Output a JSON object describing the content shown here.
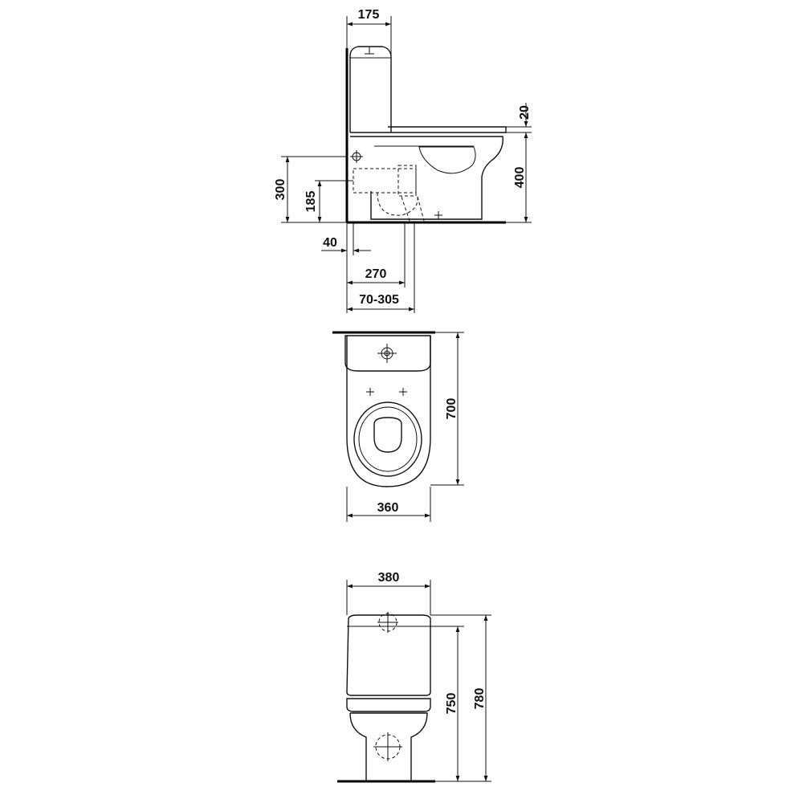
{
  "dimensions": {
    "tank_depth": "175",
    "cover_thickness": "20",
    "seat_height": "400",
    "inlet_height": "300",
    "outlet_height": "185",
    "wall_gap": "40",
    "outlet_distance": "270",
    "outlet_range": "70-305",
    "depth": "700",
    "bowl_width": "360",
    "tank_width": "380",
    "height_to_tank": "750",
    "total_height": "780"
  }
}
